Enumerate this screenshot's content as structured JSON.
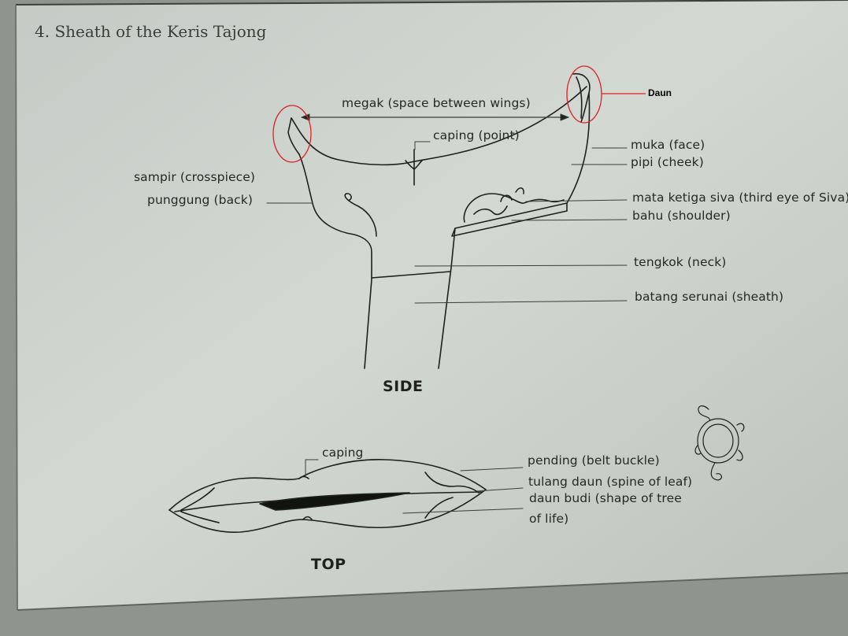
{
  "title": "4. Sheath of the Keris Tajong",
  "annotation": {
    "label": "Daun",
    "highlight_color": "#e02020"
  },
  "side_view": {
    "caption": "SIDE",
    "labels": {
      "megak": "megak (space between wings)",
      "caping": "caping (point)",
      "sampir": "sampir (crosspiece)",
      "punggung": "punggung (back)",
      "muka": "muka (face)",
      "pipi": "pipi (cheek)",
      "mata": "mata ketiga siva (third eye of Siva)",
      "bahu": "bahu (shoulder)",
      "tengkok": "tengkok (neck)",
      "batang": "batang serunai (sheath)"
    }
  },
  "top_view": {
    "caption": "TOP",
    "labels": {
      "caping": "caping",
      "pending": "pending (belt buckle)",
      "tulang": "tulang daun (spine of leaf)",
      "daun_budi_1": "daun budi (shape of tree",
      "daun_budi_2": "of life)"
    }
  }
}
